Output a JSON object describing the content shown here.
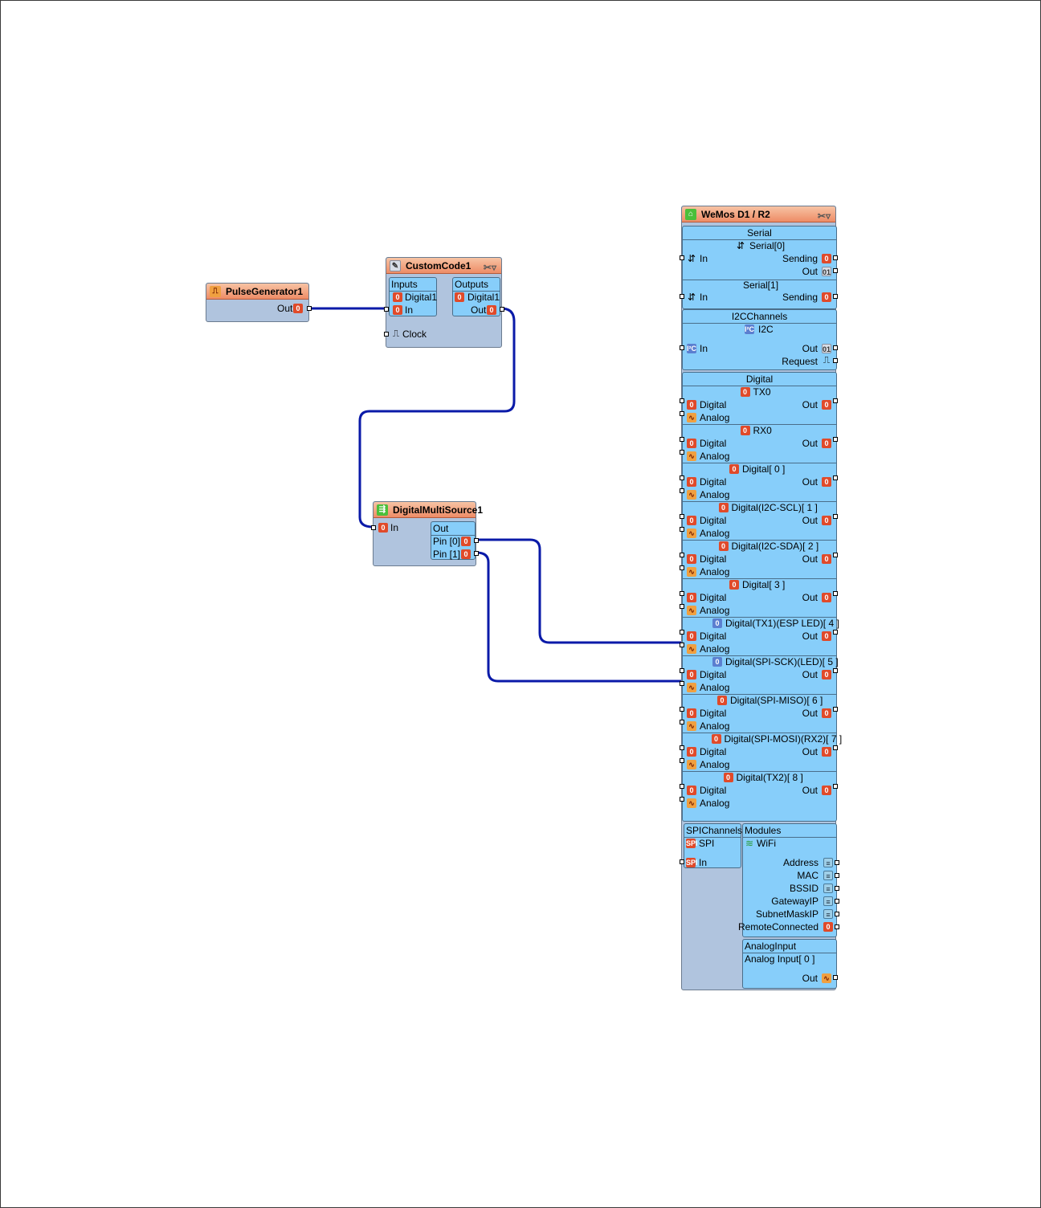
{
  "colors": {
    "wire": "#0a1aa8",
    "component_body": "#b0c4de",
    "group_fill": "#87cefa",
    "title_gradient_top": "#f7c3a4",
    "title_gradient_bottom": "#ee8c66"
  },
  "pulse_generator": {
    "title": "PulseGenerator1",
    "out": "Out"
  },
  "custom_code": {
    "title": "CustomCode1",
    "inputs_header": "Inputs",
    "inputs_item": "Digital1",
    "inputs_pin": "In",
    "outputs_header": "Outputs",
    "outputs_item": "Digital1",
    "outputs_pin": "Out",
    "clock": "Clock"
  },
  "multi_source": {
    "title": "DigitalMultiSource1",
    "in": "In",
    "out_header": "Out",
    "pins": [
      "Pin [0]",
      "Pin [1]"
    ]
  },
  "board": {
    "title": "WeMos D1 / R2",
    "serial": {
      "header": "Serial",
      "s0": "Serial[0]",
      "s0_in": "In",
      "s0_sending": "Sending",
      "s0_out": "Out",
      "s1": "Serial[1]",
      "s1_in": "In",
      "s1_sending": "Sending"
    },
    "i2c": {
      "header": "I2CChannels",
      "sub": "I2C",
      "in": "In",
      "out": "Out",
      "request": "Request"
    },
    "digital": {
      "header": "Digital",
      "pin_digital": "Digital",
      "pin_analog": "Analog",
      "pin_out": "Out",
      "channels": [
        "TX0",
        "RX0",
        "Digital[ 0 ]",
        "Digital(I2C-SCL)[ 1 ]",
        "Digital(I2C-SDA)[ 2 ]",
        "Digital[ 3 ]",
        "Digital(TX1)(ESP LED)[ 4 ]",
        "Digital(SPI-SCK)(LED)[ 5 ]",
        "Digital(SPI-MISO)[ 6 ]",
        "Digital(SPI-MOSI)(RX2)[ 7 ]",
        "Digital(TX2)[ 8 ]"
      ]
    },
    "spi": {
      "header": "SPIChannels",
      "sub": "SPI",
      "in": "In"
    },
    "modules": {
      "header": "Modules",
      "wifi": "WiFi",
      "outputs": [
        "Address",
        "MAC",
        "BSSID",
        "GatewayIP",
        "SubnetMaskIP",
        "RemoteConnected"
      ]
    },
    "analog": {
      "header": "AnalogInput",
      "sub": "Analog Input[ 0 ]",
      "out": "Out"
    }
  }
}
